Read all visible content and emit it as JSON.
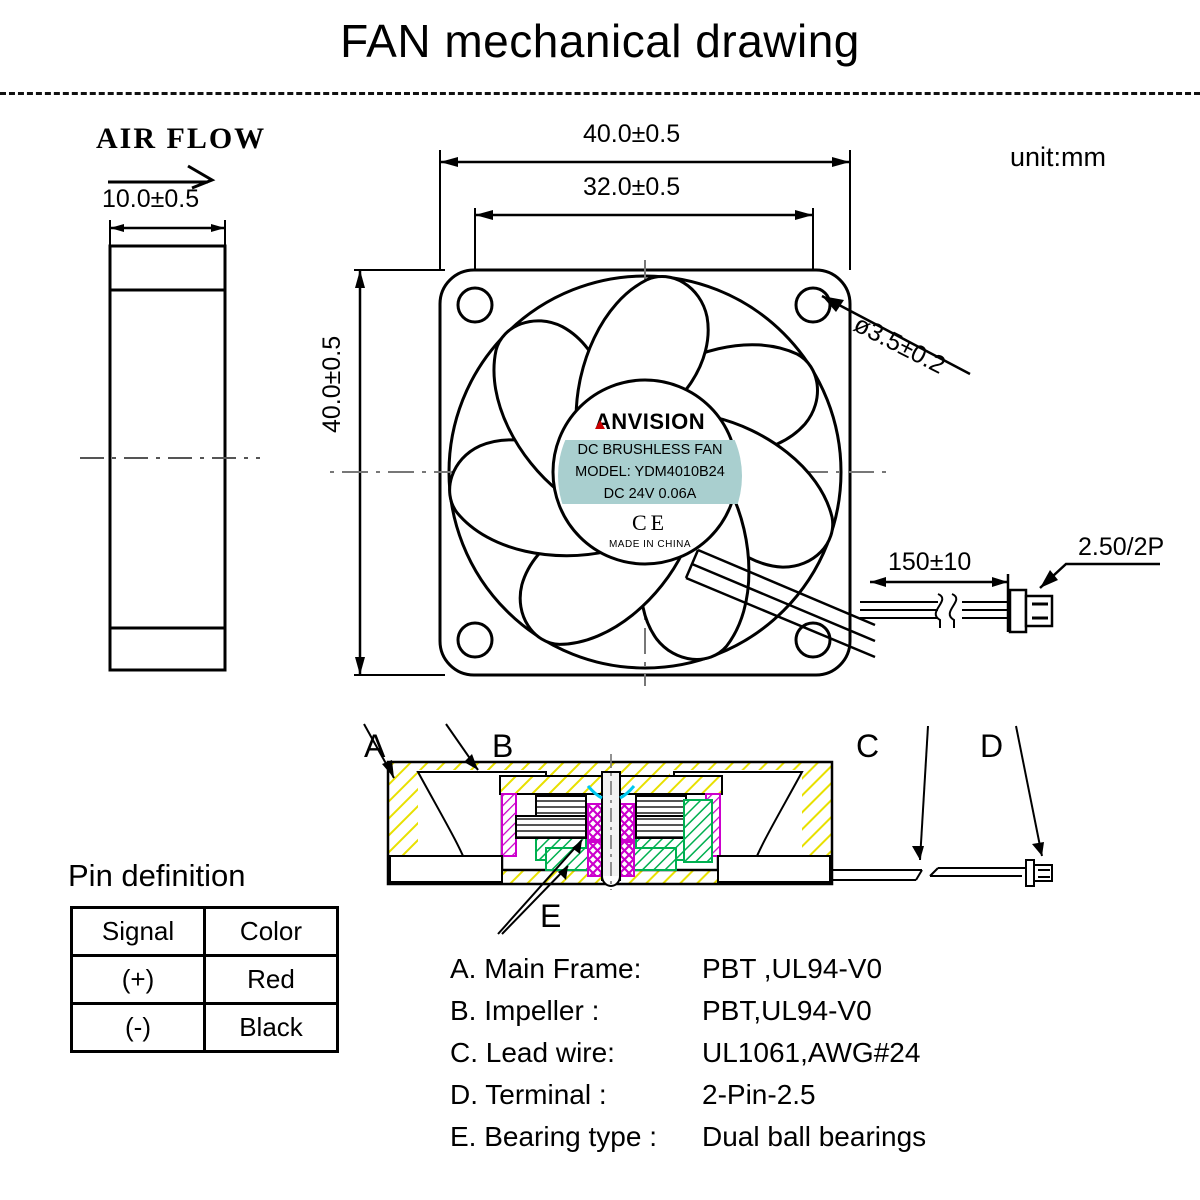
{
  "title": "FAN mechanical drawing",
  "unit_note": "unit:mm",
  "side_view": {
    "heading": "AIR FLOW",
    "thickness_dim": "10.0±0.5"
  },
  "top_view": {
    "width_dim": "40.0±0.5",
    "hole_pitch_dim": "32.0±0.5",
    "height_dim": "40.0±0.5",
    "hole_dia_dim": "ø3.5±0.2",
    "lead_length_dim": "150±10",
    "connector_callout": "2.50/2P"
  },
  "fan_label": {
    "brand": "ANVISION",
    "line1": "DC BRUSHLESS FAN",
    "line2": "MODEL: YDM4010B24",
    "line3": "DC 24V  0.06A",
    "ce_mark": "CE",
    "origin": "MADE IN CHINA",
    "band_color": "#a9cfcf",
    "brand_accent_color": "#cc0000"
  },
  "section_view": {
    "callouts": [
      "A",
      "B",
      "C",
      "D",
      "E"
    ],
    "hatch_colors": {
      "frame": "#e8e000",
      "motor": "#00b050",
      "bearing": "#cc00cc",
      "accent": "#00c8f0"
    }
  },
  "pin_definition": {
    "heading": "Pin definition",
    "headers": [
      "Signal",
      "Color"
    ],
    "rows": [
      [
        "(+)",
        "Red"
      ],
      [
        "(-)",
        "Black"
      ]
    ]
  },
  "legend": {
    "items": [
      {
        "key": "A.  Main Frame:",
        "value": "PBT ,UL94-V0"
      },
      {
        "key": "B.  Impeller :",
        "value": "PBT,UL94-V0"
      },
      {
        "key": "C.  Lead wire:",
        "value": "UL1061,AWG#24"
      },
      {
        "key": "D. Terminal :",
        "value": "2-Pin-2.5"
      },
      {
        "key": "E.  Bearing type :",
        "value": "Dual ball bearings"
      }
    ]
  }
}
